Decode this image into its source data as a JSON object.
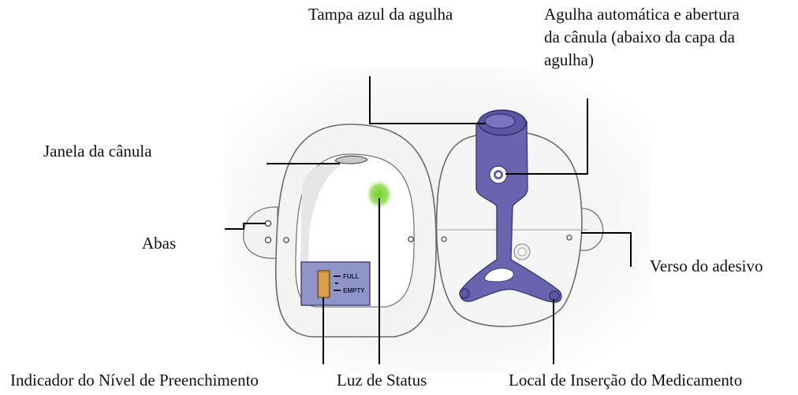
{
  "labels": {
    "needle_cap": "Tampa azul da agulha",
    "auto_needle_line1": "Agulha automática e abertura",
    "auto_needle_line2": "da cânula (abaixo da capa da",
    "auto_needle_line3": "agulha)",
    "cannula_window": "Janela da cânula",
    "tabs": "Abas",
    "adhesive_back": "Verso do adesivo",
    "fill_indicator": "Indicador do Nível de Preenchimento",
    "status_light": "Luz de Status",
    "medication_site": "Local de Inserção do Medicamento"
  },
  "device_text": {
    "full": "FULL",
    "empty": "EMPTY"
  },
  "colors": {
    "needle_purple": "#6a63b0",
    "status_green": "#7fd33a",
    "window_orange": "#c98a3c"
  }
}
